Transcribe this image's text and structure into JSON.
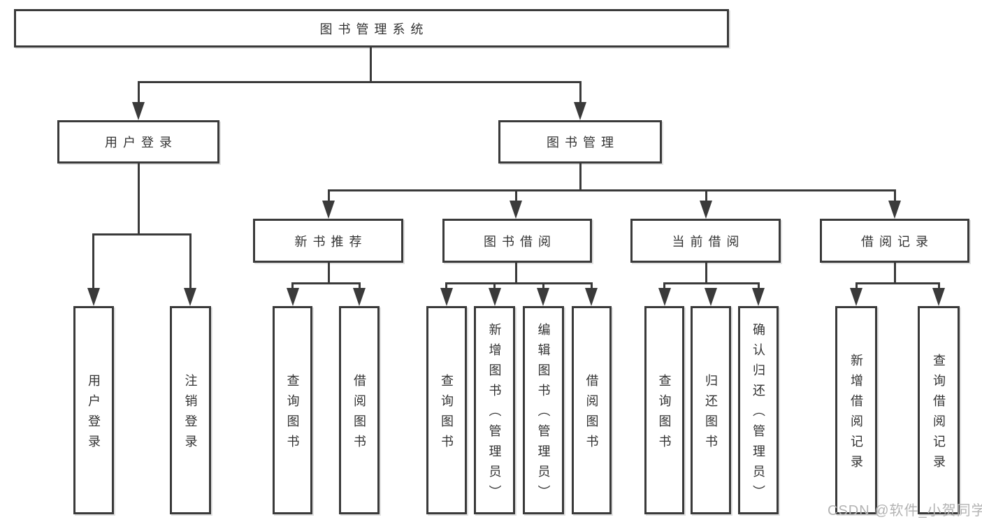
{
  "diagram": {
    "title": "图书管理系统",
    "nodes": {
      "root": "图书管理系统",
      "user": "用户登录",
      "book": "图书管理",
      "new": "新书推荐",
      "borrow": "图书借阅",
      "current": "当前借阅",
      "record": "借阅记录",
      "user_login": "用户登录",
      "user_logout": "注销登录",
      "new_query": "查询图书",
      "new_borrow": "借阅图书",
      "borrow_query": "查询图书",
      "borrow_add": "新增图书（管理员）",
      "borrow_edit": "编辑图书（管理员）",
      "borrow_borrow": "借阅图书",
      "current_query": "查询图书",
      "current_return": "归还图书",
      "current_confirm": "确认归还（管理员）",
      "record_add": "新增借阅记录",
      "record_query": "查询借阅记录"
    },
    "watermark": "CSDN @软件_小贺同学",
    "colors": {
      "line": "#3a3a3a",
      "box_background": "#ffffff",
      "watermark": "#b3b3b3"
    }
  }
}
